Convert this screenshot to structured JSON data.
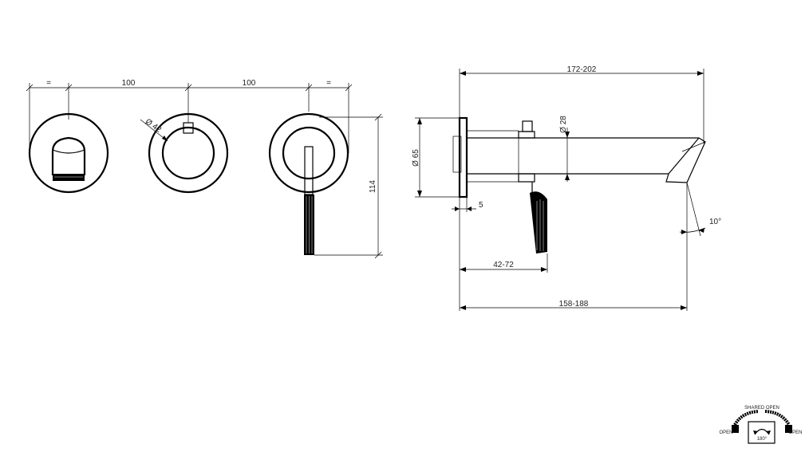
{
  "dimensions": {
    "equal_left": "=",
    "spacing_left": "100",
    "spacing_right": "100",
    "equal_right": "=",
    "diameter_small": "Ø 42",
    "height_total": "114",
    "diameter_plate": "Ø 65",
    "diameter_spout": "Ø 28",
    "plate_thickness": "5",
    "total_length": "172-202",
    "lever_distance": "42-72",
    "spout_length": "158-188",
    "angle": "10°"
  },
  "legend": {
    "shared_open": "SHARED OPEN",
    "open_left": "OPEN",
    "open_right": "OPEN",
    "rotation": "180°"
  }
}
